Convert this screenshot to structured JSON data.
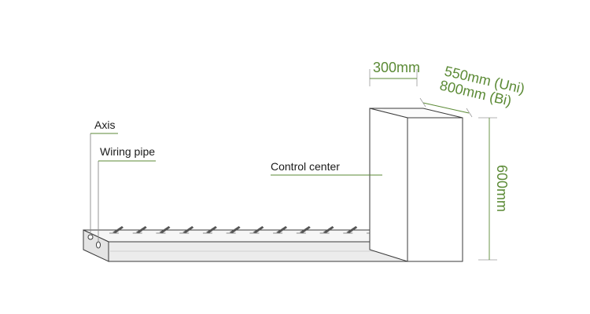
{
  "colors": {
    "dimension_text": "#5b8a35",
    "leader": "#5b8a35",
    "outline": "#3a3a3a",
    "beam_fill": "#ececec",
    "beam_top_fill": "#f6f6f6",
    "spike": "#555555"
  },
  "labels": {
    "axis": "Axis",
    "wiring_pipe": "Wiring pipe",
    "control_center": "Control center"
  },
  "dimensions": {
    "width": "300mm",
    "depth_uni": "550mm (Uni)",
    "depth_bi": "800mm (Bi)",
    "height": "600mm"
  },
  "spikes": {
    "count": 12
  }
}
